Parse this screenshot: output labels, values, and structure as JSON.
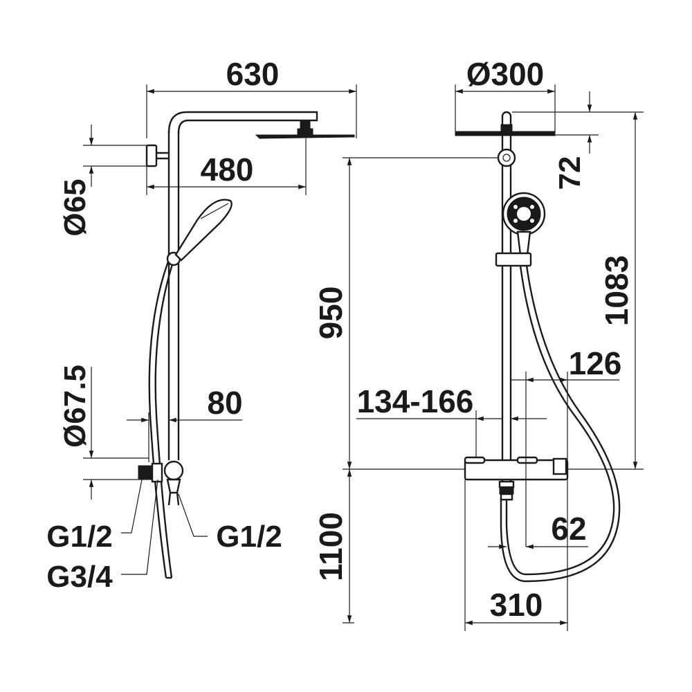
{
  "dimensions": {
    "side_width_630": "630",
    "overhang_480": "480",
    "dia_65": "Ø65",
    "dia_67_5": "Ø67.5",
    "offset_80": "80",
    "thread_left": "G1/2",
    "thread_right": "G1/2",
    "thread_g34": "G3/4",
    "dia_300": "Ø300",
    "height_72": "72",
    "height_950": "950",
    "height_1083": "1083",
    "height_1100": "1100",
    "depth_126": "126",
    "range_134_166": "134-166",
    "depth_62": "62",
    "width_310": "310"
  },
  "colors": {
    "ink": "#1a1a1a",
    "paper": "#ffffff"
  }
}
